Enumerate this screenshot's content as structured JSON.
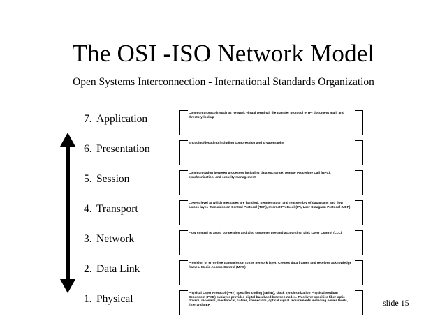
{
  "title": "The OSI -ISO Network Model",
  "subtitle": "Open Systems Interconnection - International Standards Organization",
  "slide_number": "slide 15",
  "arrow": {
    "name": "vertical-double-arrow",
    "direction": "both"
  },
  "colors": {
    "background": "#ffffff",
    "foreground": "#000000"
  },
  "layers": [
    {
      "number": "7.",
      "name": "Application",
      "description": "Common protocols such as network virtual terminal, file transfer protocol (FTP) document mail, and directory lookup"
    },
    {
      "number": "6.",
      "name": "Presentation",
      "description": "Encoding/decoding including compression and cryptography"
    },
    {
      "number": "5.",
      "name": "Session",
      "description": "Communication between processes including data exchange, remote Procedure Call (RPC), synchronization, and security management."
    },
    {
      "number": "4.",
      "name": "Transport",
      "description": "Lowest level at which messages are handled.  Segmentation and reassembly of datagrams and flow across layer.  Transmission Control Protocol (TCP), Internet Protocol (IP), User Datagram Protocol (UDP)"
    },
    {
      "number": "3.",
      "name": "Network",
      "description": "Flow control to avoid congestion and also customer use and accounting.  Link Layer Control (LLC)"
    },
    {
      "number": "2.",
      "name": "Data Link",
      "description": "Provision of error-free transmission to the network layer.  Creates data frames and receives acknowledge frames.  Media Access Control (MAC)"
    },
    {
      "number": "1.",
      "name": "Physical",
      "description": "Physical Layer Protocol (PHY) specifies coding (4B/5B), clock synchronization Physical Medium Dependent (PMD) sublayer provides digital baseband between nodes.  This layer specifies fiber-optic drivers, receivers, mechanical, cables, connectors, optical signal requirements including power levels, jitter and BER"
    }
  ]
}
